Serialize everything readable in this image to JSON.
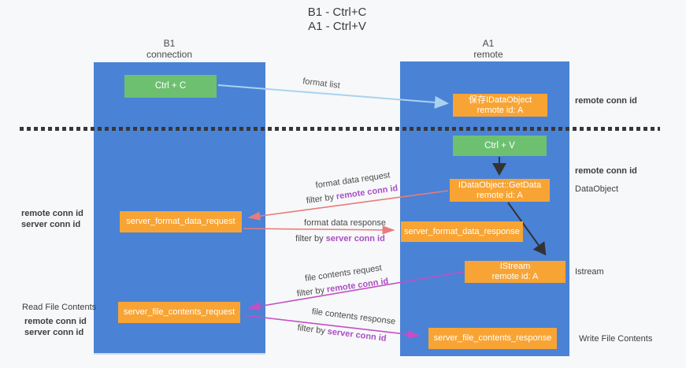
{
  "title": {
    "line1": "B1 - Ctrl+C",
    "line2": "A1 - Ctrl+V"
  },
  "columns": {
    "left": {
      "name": "B1",
      "subtitle": "connection"
    },
    "right": {
      "name": "A1",
      "subtitle": "remote"
    }
  },
  "boxes": {
    "ctrl_c": {
      "label": "Ctrl + C"
    },
    "save_dataobject": {
      "line1": "保存IDataObject",
      "line2": "remote id: A"
    },
    "ctrl_v": {
      "label": "Ctrl + V"
    },
    "getdata": {
      "line1": "IDataObject::GetData",
      "line2": "remote id: A"
    },
    "format_request": {
      "label": "server_format_data_request"
    },
    "format_response": {
      "label": "server_format_data_response"
    },
    "istream": {
      "line1": "IStream",
      "line2": "remote id: A"
    },
    "file_request": {
      "label": "server_file_contents_request"
    },
    "file_response": {
      "label": "server_file_contents_response"
    }
  },
  "flow_labels": {
    "format_list": "format list",
    "format_data_request": "format data request",
    "format_data_response": "format data response",
    "file_contents_request": "file contents request",
    "file_contents_response": "file contents response",
    "filter_by": "filter by",
    "remote_conn_id": "remote conn id",
    "server_conn_id": "server conn id"
  },
  "side_labels": {
    "right_remote_conn_id_top": "remote conn id",
    "right_remote_conn_id_mid": "remote conn id",
    "dataobject": "DataObject",
    "istream": "Istream",
    "write_file_contents": "Write File Contents",
    "left_remote_conn_id_top": "remote conn id",
    "left_server_conn_id_top": "server conn id",
    "read_file_contents": "Read File Contents",
    "left_remote_conn_id_bottom": "remote conn id",
    "left_server_conn_id_bottom": "server conn id"
  },
  "colors": {
    "column_blue": "#4a82d6",
    "box_green": "#6ec071",
    "box_orange": "#f8a434",
    "arrow_red": "#e87b7b",
    "arrow_magenta": "#c44fc4",
    "arrow_lightblue": "#a8d3ef",
    "arrow_black": "#333333",
    "label_purple": "#ab4ec5",
    "label_green": "#67b55f",
    "background": "#f7f8f9"
  }
}
